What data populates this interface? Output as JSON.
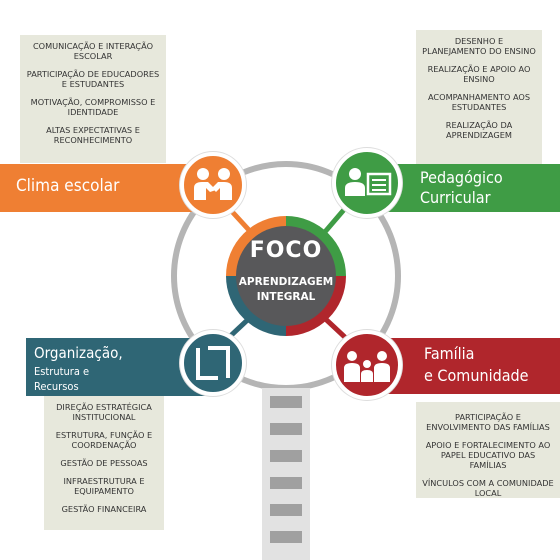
{
  "center": {
    "title": "FOCO",
    "subtitle_1": "APRENDIZAGEM",
    "subtitle_2": "INTEGRAL"
  },
  "quadrants": {
    "clima": {
      "label": "Clima escolar",
      "color": "#ef7f33",
      "items": [
        "COMUNICAÇÃO E INTERAÇÃO ESCOLAR",
        "PARTICIPAÇÃO DE EDUCADORES E ESTUDANTES",
        "MOTIVAÇÃO, COMPROMISSO E IDENTIDADE",
        "ALTAS EXPECTATIVAS E RECONHECIMENTO"
      ],
      "icon": "handshake-icon"
    },
    "pedagogico": {
      "label_1": "Pedagógico",
      "label_2": "Curricular",
      "color": "#3f9c45",
      "items": [
        "DESENHO E PLANEJAMENTO DO ENSINO",
        "REALIZAÇÃO E APOIO AO ENSINO",
        "ACOMPANHAMENTO AOS ESTUDANTES",
        "REALIZAÇÃO DA APRENDIZAGEM"
      ],
      "icon": "teacher-board-icon"
    },
    "organizacao": {
      "label_1": "Organização,",
      "label_2": "Estrutura e",
      "label_3": "Recursos",
      "color": "#2f6675",
      "items": [
        "DIREÇÃO ESTRATÉGICA INSTITUCIONAL",
        "ESTRUTURA, FUNÇÃO E COORDENAÇÃO",
        "GESTÃO DE PESSOAS",
        "INFRAESTRUTURA E EQUIPAMENTO",
        "GESTÃO FINANCEIRA"
      ],
      "icon": "frame-icon"
    },
    "familia": {
      "label_1": "Família",
      "label_2": "e Comunidade",
      "color": "#b0262c",
      "items": [
        "PARTICIPAÇÃO E ENVOLVIMENTO DAS FAMÍLIAS",
        "APOIO E FORTALECIMENTO AO PAPEL EDUCATIVO DAS FAMÍLIAS",
        "VÍNCULOS COM A COMUNIDADE LOCAL"
      ],
      "icon": "family-icon"
    }
  }
}
